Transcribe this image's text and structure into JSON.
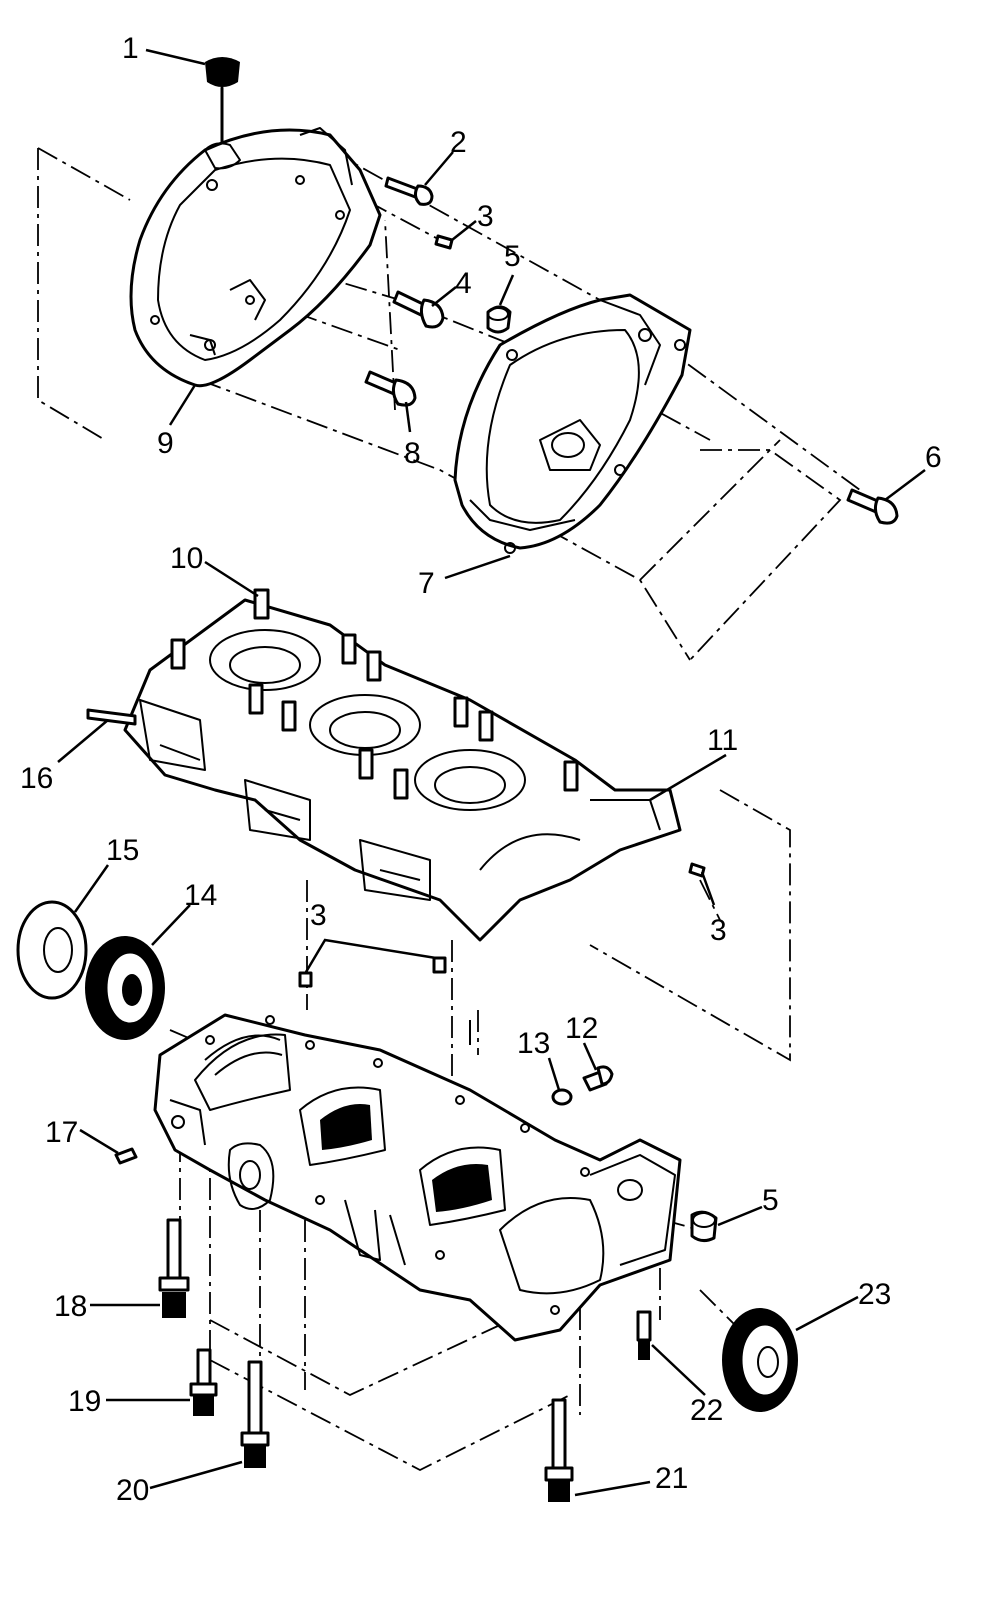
{
  "callouts": [
    {
      "id": "callout-1",
      "label": "1"
    },
    {
      "id": "callout-2",
      "label": "2"
    },
    {
      "id": "callout-3a",
      "label": "3"
    },
    {
      "id": "callout-4",
      "label": "4"
    },
    {
      "id": "callout-5a",
      "label": "5"
    },
    {
      "id": "callout-6",
      "label": "6"
    },
    {
      "id": "callout-7",
      "label": "7"
    },
    {
      "id": "callout-8",
      "label": "8"
    },
    {
      "id": "callout-9",
      "label": "9"
    },
    {
      "id": "callout-10",
      "label": "10"
    },
    {
      "id": "callout-11",
      "label": "11"
    },
    {
      "id": "callout-16",
      "label": "16"
    },
    {
      "id": "callout-15",
      "label": "15"
    },
    {
      "id": "callout-14",
      "label": "14"
    },
    {
      "id": "callout-3b",
      "label": "3"
    },
    {
      "id": "callout-3c",
      "label": "3"
    },
    {
      "id": "callout-13",
      "label": "13"
    },
    {
      "id": "callout-12",
      "label": "12"
    },
    {
      "id": "callout-17",
      "label": "17"
    },
    {
      "id": "callout-5b",
      "label": "5"
    },
    {
      "id": "callout-18",
      "label": "18"
    },
    {
      "id": "callout-23",
      "label": "23"
    },
    {
      "id": "callout-19",
      "label": "19"
    },
    {
      "id": "callout-22",
      "label": "22"
    },
    {
      "id": "callout-20",
      "label": "20"
    },
    {
      "id": "callout-21",
      "label": "21"
    }
  ]
}
